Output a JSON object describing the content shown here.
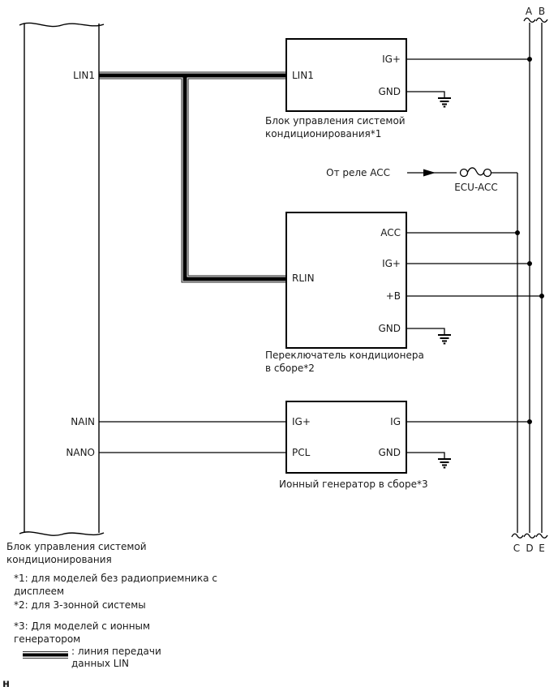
{
  "colors": {
    "line": "#000000",
    "text": "#1a1a1a",
    "background": "#ffffff"
  },
  "bus": {
    "top": [
      "A",
      "B"
    ],
    "bottom": [
      "C",
      "D",
      "E"
    ]
  },
  "left_unit": {
    "pin_lin1": "LIN1",
    "pin_nain": "NAIN",
    "pin_nano": "NANO",
    "caption1": "Блок управления системой",
    "caption2": "кондиционирования"
  },
  "ac_ecu_box": {
    "pin_lin1": "LIN1",
    "pin_ig": "IG+",
    "pin_gnd": "GND",
    "caption1": "Блок управления системой",
    "caption2": "кондиционирования*1"
  },
  "acc_feed": {
    "label": "От реле ACC",
    "fuse_label": "ECU-ACC"
  },
  "ac_switch_box": {
    "pin_rlin": "RLIN",
    "pin_acc": "ACC",
    "pin_ig": "IG+",
    "pin_b": "+B",
    "pin_gnd": "GND",
    "caption1": "Переключатель кондиционера",
    "caption2": "в сборе*2"
  },
  "ion_box": {
    "pin_ig_in": "IG+",
    "pin_pcl": "PCL",
    "pin_ig": "IG",
    "pin_gnd": "GND",
    "caption": "Ионный генератор в сборе*3"
  },
  "footnotes": {
    "note1_line1": "*1: для моделей без радиоприемника с",
    "note1_line2": "дисплеем",
    "note2": "*2: для 3-зонной системы",
    "note3_line1": "*3: Для моделей с ионным",
    "note3_line2": "генератором"
  },
  "legend": {
    "line1": ": линия передачи",
    "line2": "данных LIN"
  },
  "page_marker": "н"
}
